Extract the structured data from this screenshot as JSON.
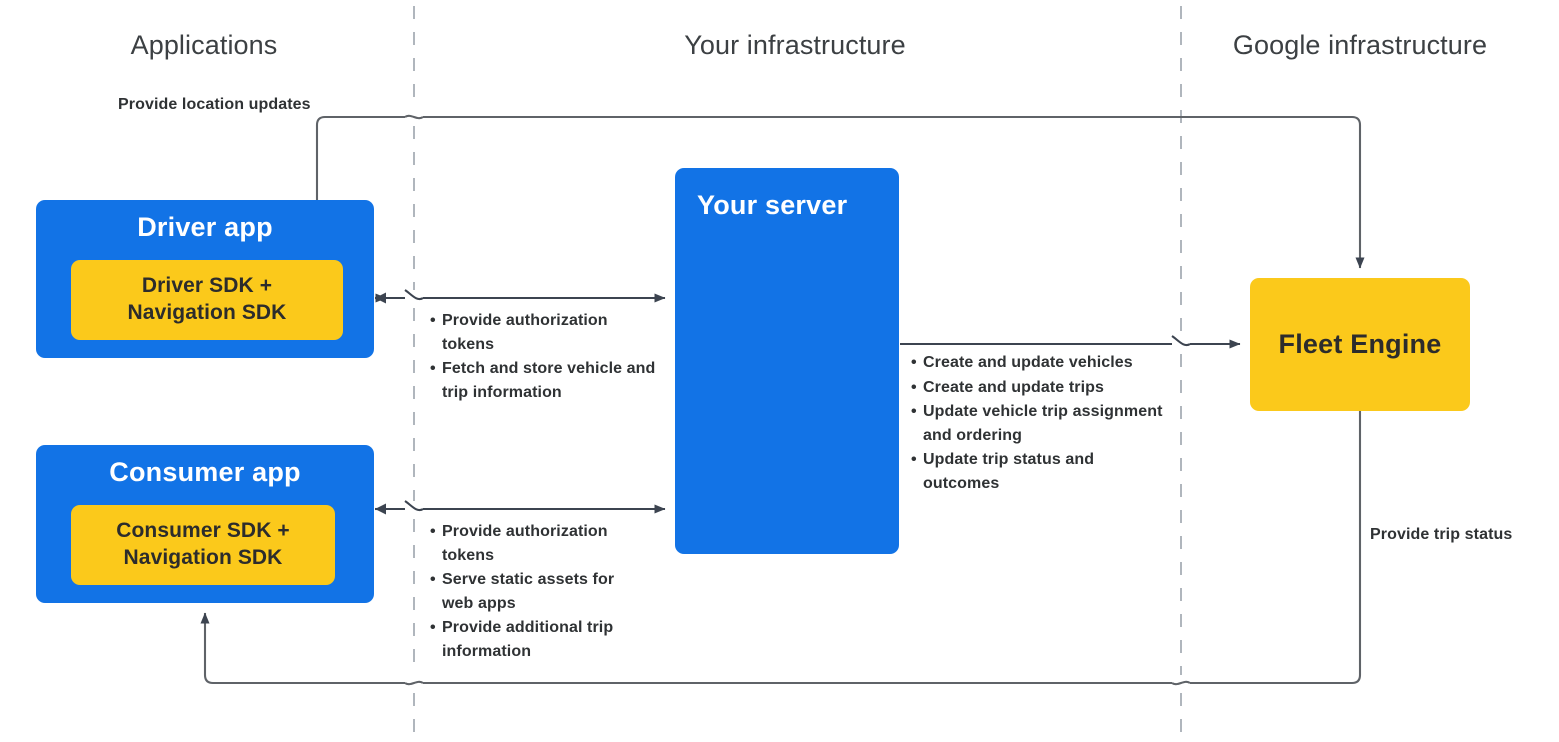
{
  "zones": [
    {
      "id": "applications",
      "label": "Applications"
    },
    {
      "id": "your-infrastructure",
      "label": "Your infrastructure"
    },
    {
      "id": "google-infrastructure",
      "label": "Google infrastructure"
    }
  ],
  "nodes": {
    "driver_app": {
      "title": "Driver app",
      "sdk": "Driver SDK +\nNavigation SDK"
    },
    "consumer_app": {
      "title": "Consumer app",
      "sdk": "Consumer SDK +\nNavigation SDK"
    },
    "your_server": {
      "title": "Your server"
    },
    "fleet_engine": {
      "title": "Fleet Engine"
    }
  },
  "edge_labels": {
    "provide_location_updates": "Provide location updates",
    "provide_trip_status": "Provide trip status"
  },
  "bullet_lists": {
    "driver_to_server": [
      "Provide authorization tokens",
      "Fetch and store vehicle and trip information"
    ],
    "consumer_to_server": [
      "Provide authorization tokens",
      "Serve static assets for web apps",
      "Provide additional trip information"
    ],
    "server_to_fleet_engine": [
      "Create and update vehicles",
      "Create and update trips",
      "Update vehicle trip assignment and ordering",
      "Update trip status and outcomes"
    ]
  },
  "colors": {
    "app_blue": "#1273e6",
    "sdk_yellow": "#fbc91b",
    "connector_gray": "#5f6368",
    "divider_gray": "#b0b6bd",
    "text_dark": "#2f3234",
    "header_gray": "#3c4043"
  }
}
